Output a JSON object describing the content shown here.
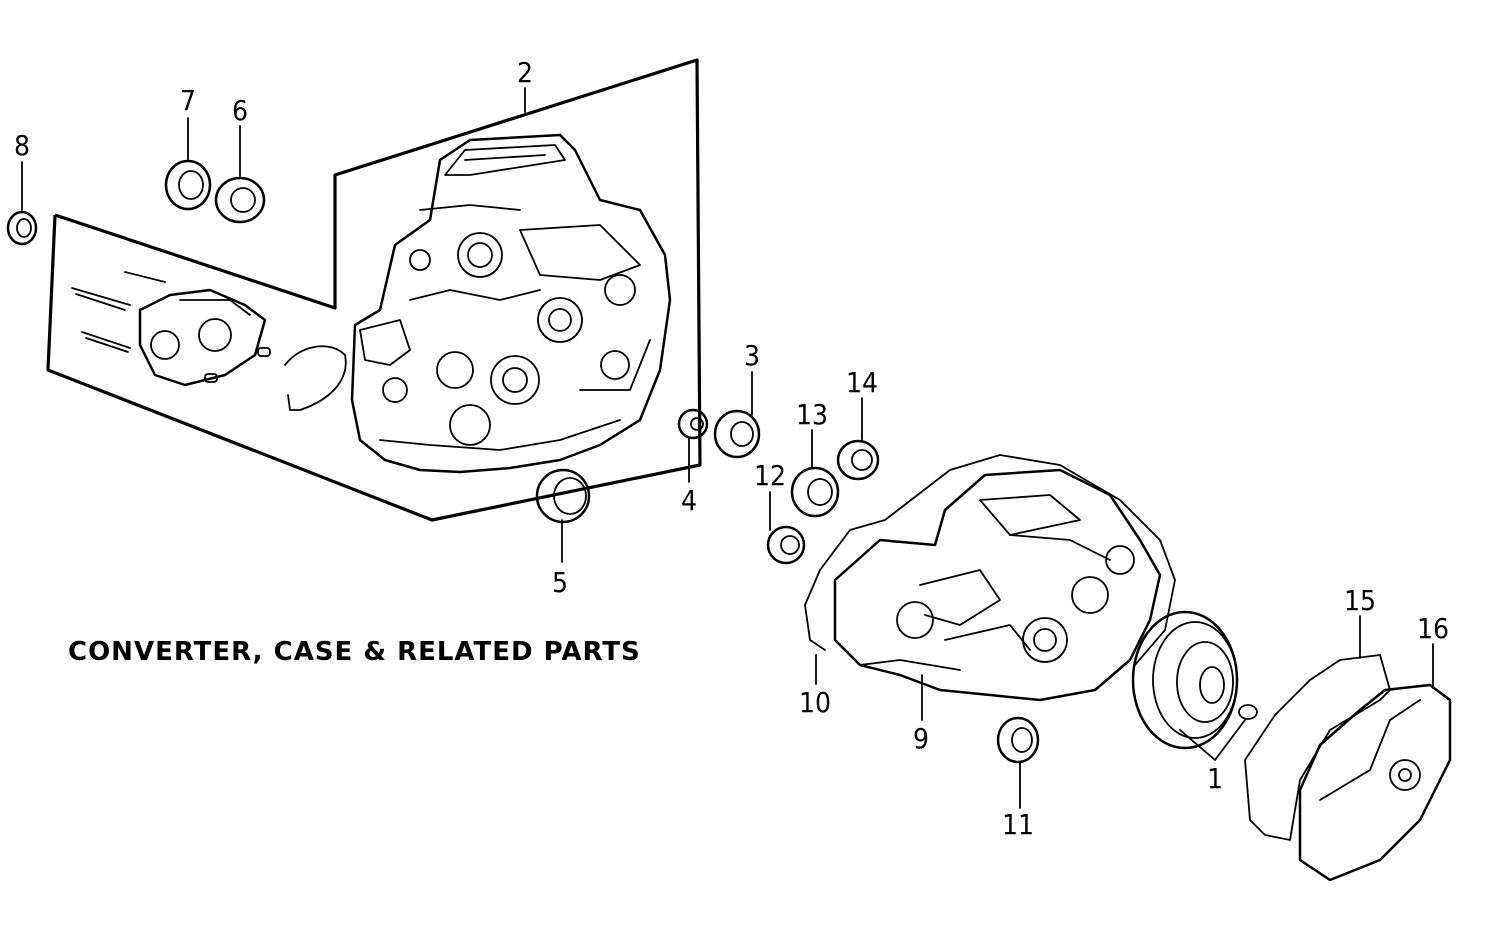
{
  "caption": "CONVERTER, CASE & RELATED PARTS",
  "callouts": [
    "1",
    "2",
    "3",
    "4",
    "5",
    "6",
    "7",
    "8",
    "9",
    "10",
    "11",
    "12",
    "13",
    "14",
    "15",
    "16"
  ]
}
